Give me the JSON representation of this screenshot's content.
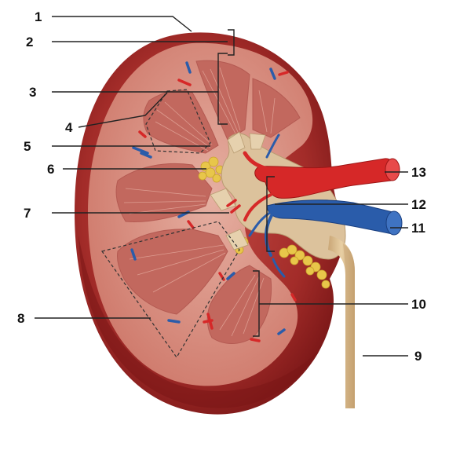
{
  "colors": {
    "capsule_dark": "#8f1f1f",
    "capsule_mid": "#b23a35",
    "cortex": "#d07a6e",
    "cortex_light": "#e2a596",
    "pyramid": "#c96e64",
    "pelvis": "#dcc29c",
    "fat": "#e8c64a",
    "artery": "#d62828",
    "vein": "#2a5caa",
    "ureter": "#d9b98c"
  },
  "labels": [
    "1",
    "2",
    "3",
    "4",
    "5",
    "6",
    "7",
    "8",
    "9",
    "10",
    "11",
    "12",
    "13"
  ]
}
